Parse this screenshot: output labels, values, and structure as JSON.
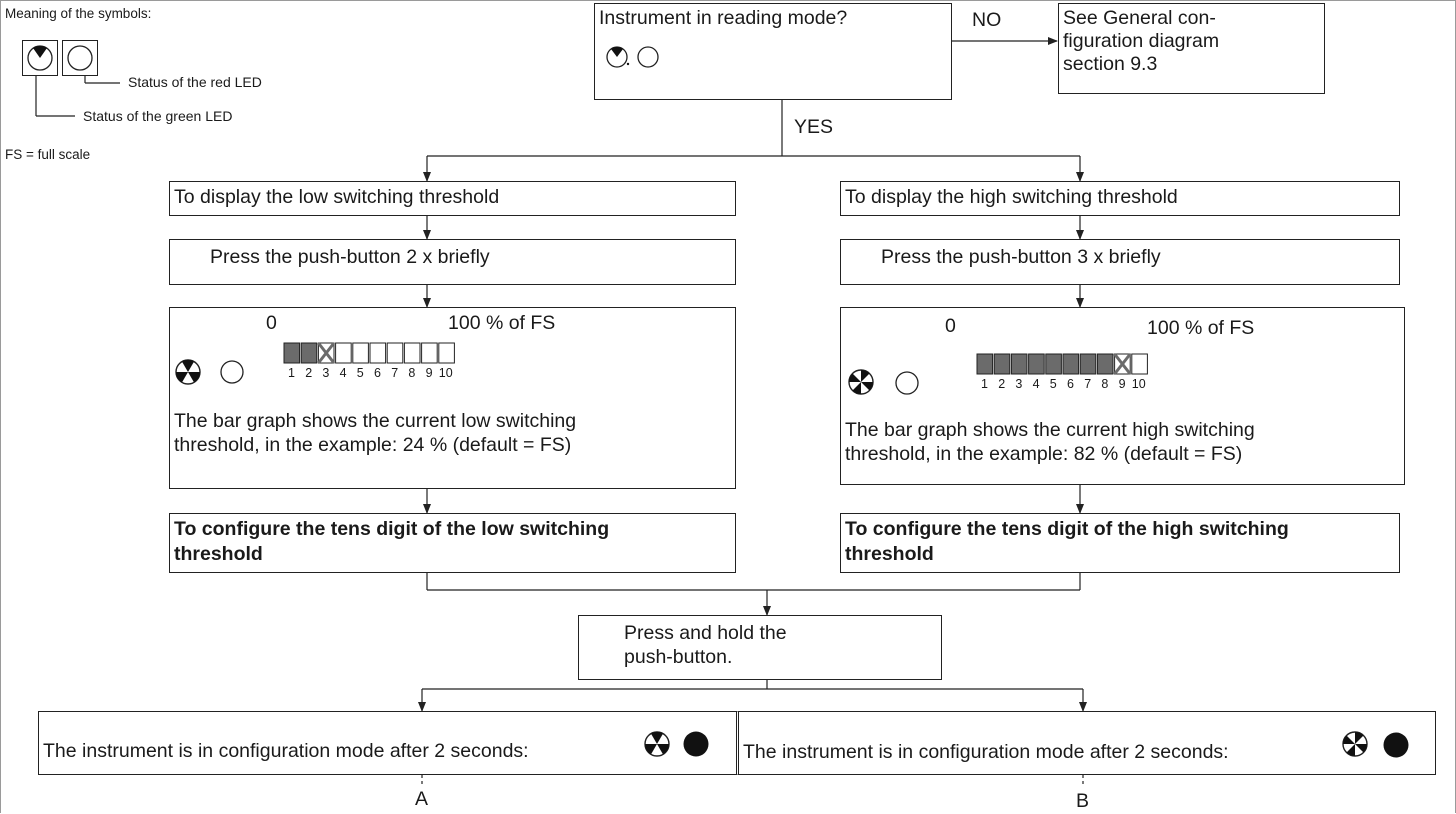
{
  "legend": {
    "title": "Meaning of the symbols:",
    "red_led": "Status of the red LED",
    "green_led": "Status of the green LED",
    "fs_note": "FS = full scale"
  },
  "top": {
    "question": "Instrument in reading mode?",
    "no_label": "NO",
    "yes_label": "YES",
    "see_line1": "See General con-",
    "see_line2": "figuration diagram",
    "see_line3": "section 9.3"
  },
  "left": {
    "display": "To display the low switching threshold",
    "press": "Press the push-button 2 x briefly",
    "scale_zero": "0",
    "scale_full": "100 % of FS",
    "bar_numbers": [
      "1",
      "2",
      "3",
      "4",
      "5",
      "6",
      "7",
      "8",
      "9",
      "10"
    ],
    "threshold_percent": 24,
    "desc_line1": "The bar graph shows the current low switching",
    "desc_line2": "threshold, in the example: 24 % (default = FS)",
    "config_line1": "To configure the tens digit of the low switching",
    "config_line2": "threshold"
  },
  "right": {
    "display": "To display the high switching threshold",
    "press": "Press the push-button 3 x briefly",
    "scale_zero": "0",
    "scale_full": "100 % of FS",
    "bar_numbers": [
      "1",
      "2",
      "3",
      "4",
      "5",
      "6",
      "7",
      "8",
      "9",
      "10"
    ],
    "threshold_percent": 82,
    "desc_line1": "The bar graph shows the current high switching",
    "desc_line2": "threshold, in the example: 82 % (default = FS)",
    "config_line1": "To configure the tens digit of the high switching",
    "config_line2": "threshold"
  },
  "hold": {
    "line1": "Press and hold the",
    "line2": "push-button."
  },
  "result": {
    "left_text": "The instrument is in configuration mode after 2 seconds:",
    "right_text": "The instrument is in configuration mode after 2 seconds:",
    "label_a": "A",
    "label_b": "B"
  },
  "colors": {
    "filled_segment": "#6b6b6b",
    "line": "#222222",
    "led_on": "#111111"
  }
}
